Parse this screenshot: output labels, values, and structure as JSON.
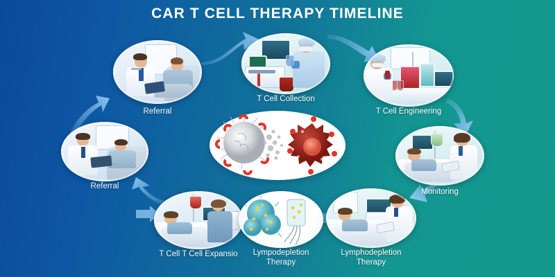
{
  "header": {
    "title": "CAR T CELL THERAPY TIMELINE"
  },
  "theme": {
    "bg_start": "#0b4a98",
    "bg_end": "#13998c",
    "arrow_color": "#7fb9e8",
    "label_color": "#ffffff",
    "tumor_color": "#a02117",
    "car_t_cell_color": "#c9ccd1",
    "receptor_color": "#e0362a"
  },
  "stages": [
    {
      "id": "referral-top",
      "label": "Referral",
      "scene": "doctor-patient-consult"
    },
    {
      "id": "t-cell-collection",
      "label": "T Cell Collection",
      "scene": "apheresis-lab"
    },
    {
      "id": "t-cell-engineering",
      "label": "T Cell Engineering",
      "scene": "bioreactor-lab"
    },
    {
      "id": "monitoring",
      "label": "Monitoring",
      "scene": "bedside-monitoring"
    },
    {
      "id": "referral-left",
      "label": "Referral",
      "scene": "doctor-tablet-consult"
    },
    {
      "id": "t-cell-expansion",
      "label": "T Cell T Cell Expansio",
      "scene": "infusion-bedside"
    },
    {
      "id": "lympodepletion",
      "label": "Lympodepletion Therapy",
      "scene": "cell-cluster-ivbag"
    },
    {
      "id": "lymphodepletion",
      "label": "Lymphodepletion Therapy",
      "scene": "bedside-ultrasound"
    }
  ],
  "center_illustration": {
    "name": "car-t-attacking-tumor-cell",
    "elements": [
      "car-t-cell",
      "car-receptors",
      "tumor-cell",
      "cytokine-granules"
    ]
  },
  "arrows": [
    {
      "id": "arrow-referral-to-collection",
      "direction": "right"
    },
    {
      "id": "arrow-collection-to-engineering",
      "direction": "right"
    },
    {
      "id": "arrow-engineering-to-monitoring",
      "direction": "down-right"
    },
    {
      "id": "arrow-monitoring-to-lympho",
      "direction": "down-left"
    },
    {
      "id": "arrow-lympho-to-lympo",
      "direction": "left"
    },
    {
      "id": "arrow-lympo-to-expansion",
      "direction": "left"
    },
    {
      "id": "arrow-expansion-to-referral",
      "direction": "up-left"
    },
    {
      "id": "arrow-referral-left-to-top",
      "direction": "up-right"
    }
  ]
}
